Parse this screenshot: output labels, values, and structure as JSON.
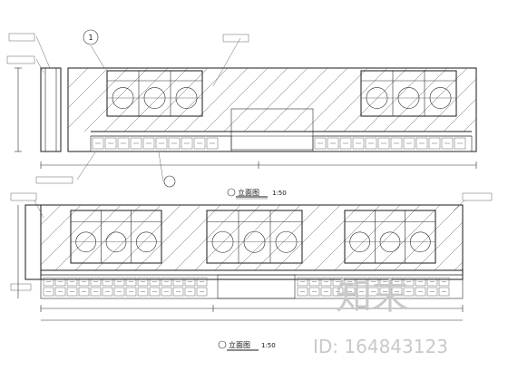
{
  "views": [
    {
      "title": "立面图",
      "scale": "1:50",
      "index_marker": "1"
    },
    {
      "title": "立面图",
      "scale": "1:50"
    }
  ],
  "watermark": {
    "brand": "知末",
    "id_text": "ID: 164843123"
  }
}
